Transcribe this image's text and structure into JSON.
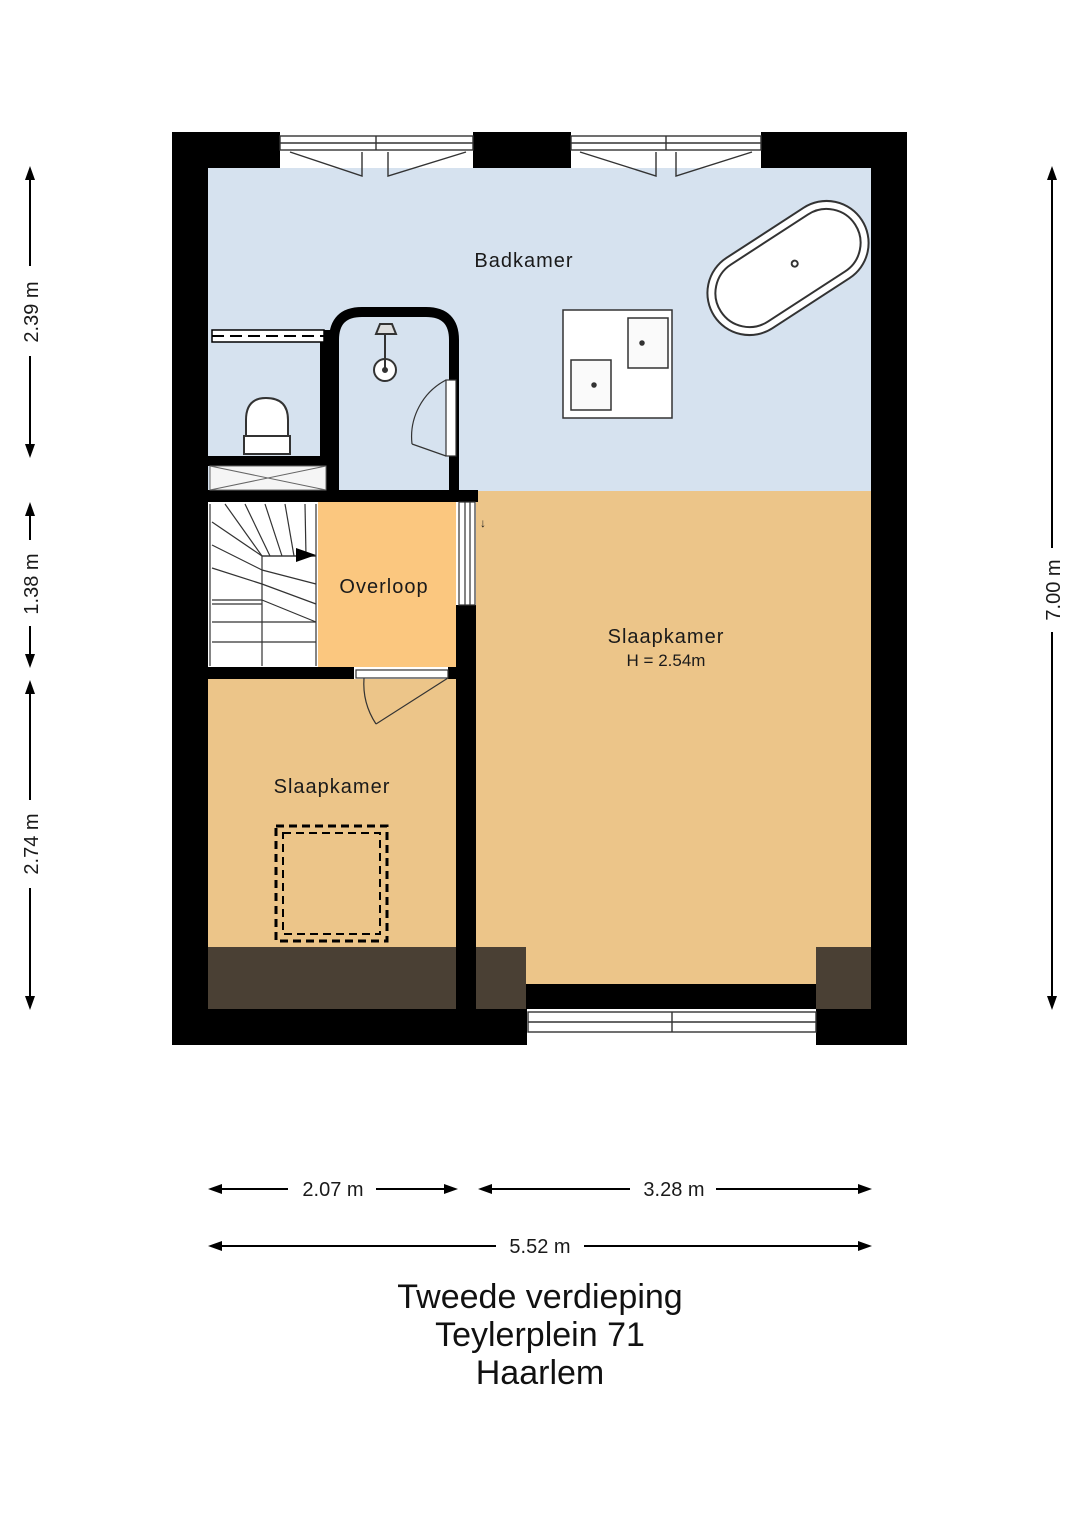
{
  "rooms": {
    "bathroom": "Badkamer",
    "landing": "Overloop",
    "bedroom_large": "Slaapkamer",
    "bedroom_large_height": "H = 2.54m",
    "bedroom_small": "Slaapkamer"
  },
  "dimensions": {
    "vertical": [
      "2.39 m",
      "1.38 m",
      "2.74 m"
    ],
    "total_height": "7.00 m",
    "horizontal": [
      "2.07 m",
      "3.28 m"
    ],
    "total_width": "5.52 m"
  },
  "title": {
    "floor": "Tweede verdieping",
    "address": "Teylerplein 71",
    "city": "Haarlem"
  },
  "colors": {
    "wall": "#000000",
    "bathroom": "#d6e2ef",
    "landing": "#fbc77f",
    "bedroom": "#ecc589",
    "roof_zone": "#4a4034"
  },
  "door_arrow_glyph": "↓"
}
